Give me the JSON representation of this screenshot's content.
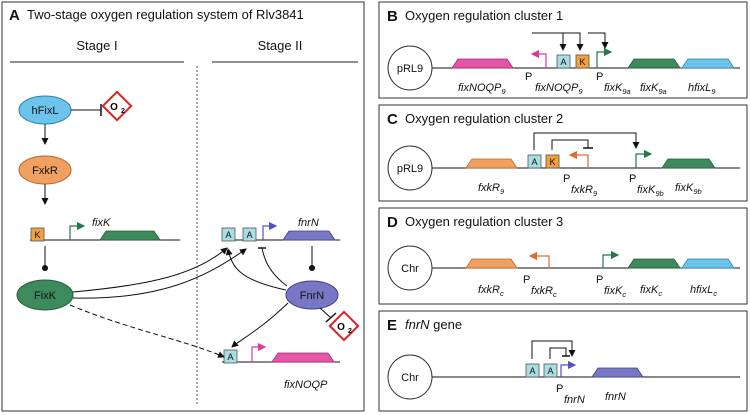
{
  "panel_a": {
    "letter": "A",
    "title": "Two-stage oxygen regulation system of Rlv3841",
    "stage1": "Stage I",
    "stage2": "Stage II",
    "hfixl": "hFixL",
    "o2": "O",
    "o2_sub": "2",
    "fxkr": "FxkR",
    "k_box": "K",
    "fixk_gene": "fixK",
    "fixk": "FixK",
    "fnrn_gene": "fnrN",
    "fnrn": "FnrN",
    "a_box": "A",
    "fixnoqp_gene": "fixNOQP"
  },
  "panel_b": {
    "letter": "B",
    "title": "Oxygen regulation cluster 1",
    "circle": "pRL9",
    "a_box": "A",
    "k_box": "K",
    "promoter_p": "P",
    "promoter1_name": "fixNOQP",
    "promoter1_sub": "9",
    "promoter2_name": "fixK",
    "promoter2_sub": "9a",
    "gene1": "fixNOQP",
    "gene1_sub": "9",
    "gene2": "fixK",
    "gene2_sub": "9a",
    "gene3": "hfixL",
    "gene3_sub": "9"
  },
  "panel_c": {
    "letter": "C",
    "title": "Oxygen regulation cluster 2",
    "circle": "pRL9",
    "a_box": "A",
    "k_box": "K",
    "promoter_p": "P",
    "promoter1_name": "fxkR",
    "promoter1_sub": "9",
    "promoter2_name": "fixK",
    "promoter2_sub": "9b",
    "gene1": "fxkR",
    "gene1_sub": "9",
    "gene2": "fixK",
    "gene2_sub": "9b"
  },
  "panel_d": {
    "letter": "D",
    "title": "Oxygen regulation cluster 3",
    "circle": "Chr",
    "promoter_p": "P",
    "promoter1_name": "fxkR",
    "promoter1_sub": "c",
    "promoter2_name": "fixK",
    "promoter2_sub": "c",
    "gene1": "fxkR",
    "gene1_sub": "c",
    "gene2": "fixK",
    "gene2_sub": "c",
    "gene3": "hfixL",
    "gene3_sub": "c"
  },
  "panel_e": {
    "letter": "E",
    "title_gene": "fnrN",
    "title_rest": " gene",
    "circle": "Chr",
    "a_box": "A",
    "promoter_p": "P",
    "promoter_name": "fnrN",
    "gene": "fnrN"
  },
  "colors": {
    "hfixl": "#6cc3ec",
    "fxkr": "#f0a060",
    "fixk": "#3d8a5c",
    "fnrn": "#7777c4",
    "a_box": "#a8dde2",
    "k_box": "#f2a03a",
    "fixnoqp": "#e454a7",
    "o2_red": "#e02020",
    "green_arrow": "#1f7a4a",
    "pink_arrow": "#e0389a",
    "orange_arrow": "#e06a2a",
    "purple_arrow": "#5050c8"
  }
}
